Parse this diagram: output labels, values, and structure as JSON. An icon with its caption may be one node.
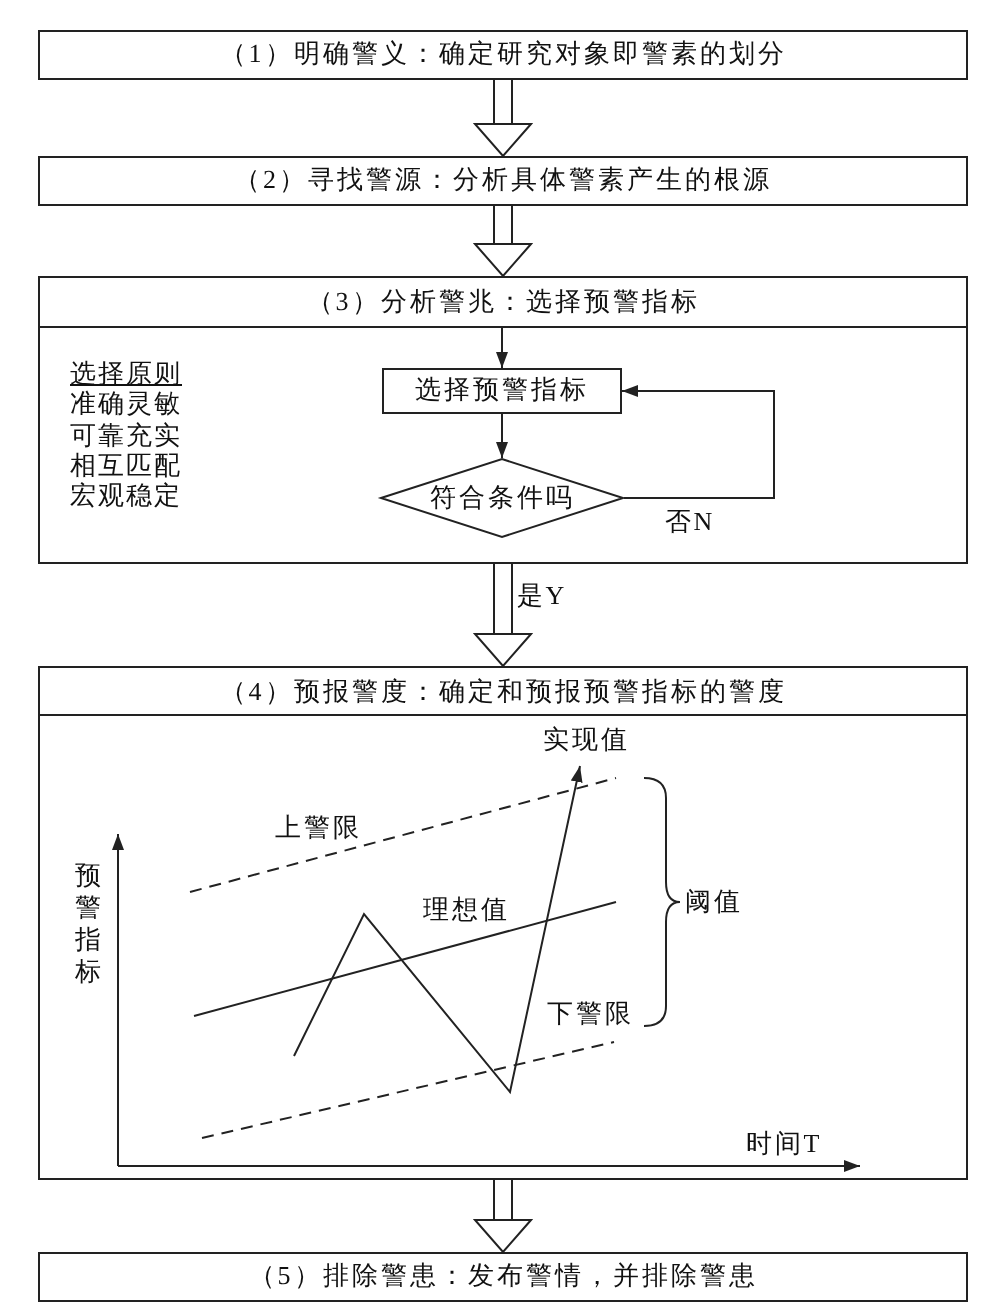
{
  "diagram": {
    "nodes": [
      {
        "text": [
          "（1）明确警义：确定研究对象即警素的划分"
        ]
      },
      {
        "text": [
          "（2）寻找警源：分析具体警素产生的根源"
        ]
      },
      {
        "text": [
          "（3）分析警兆：选择预警指标",
          "选择原则",
          "准确灵敏",
          "可靠充实",
          "相互匹配",
          "宏观稳定"
        ]
      },
      {
        "text": [
          "选择预警指标"
        ],
        "in": 2
      },
      {
        "text": [
          "符合条件吗"
        ],
        "in": 2
      },
      {
        "text": [
          "（4）预报警度：确定和预报预警指标的警度"
        ]
      },
      {
        "text": [
          "（5）排除警患：发布警情，并排除警患"
        ]
      }
    ],
    "edges": [
      {
        "from": 0,
        "to": 1,
        "arrow": "to",
        "style": "thick"
      },
      {
        "from": 1,
        "to": 2,
        "arrow": "to",
        "style": "thick"
      },
      {
        "from": null,
        "to": 3,
        "arrow": "to"
      },
      {
        "from": 3,
        "to": 4,
        "arrow": "to"
      },
      {
        "from": 4,
        "to": 3,
        "arrow": "to",
        "label": "否N"
      },
      {
        "from": 2,
        "to": 5,
        "arrow": "to",
        "label": "是Y",
        "style": "thick"
      },
      {
        "from": 5,
        "to": 6,
        "arrow": "to",
        "style": "thick"
      }
    ],
    "labels": [
      "实现值",
      "上警限",
      "预警指标",
      "理想值",
      "阈值",
      "下警限",
      "时间T"
    ]
  }
}
